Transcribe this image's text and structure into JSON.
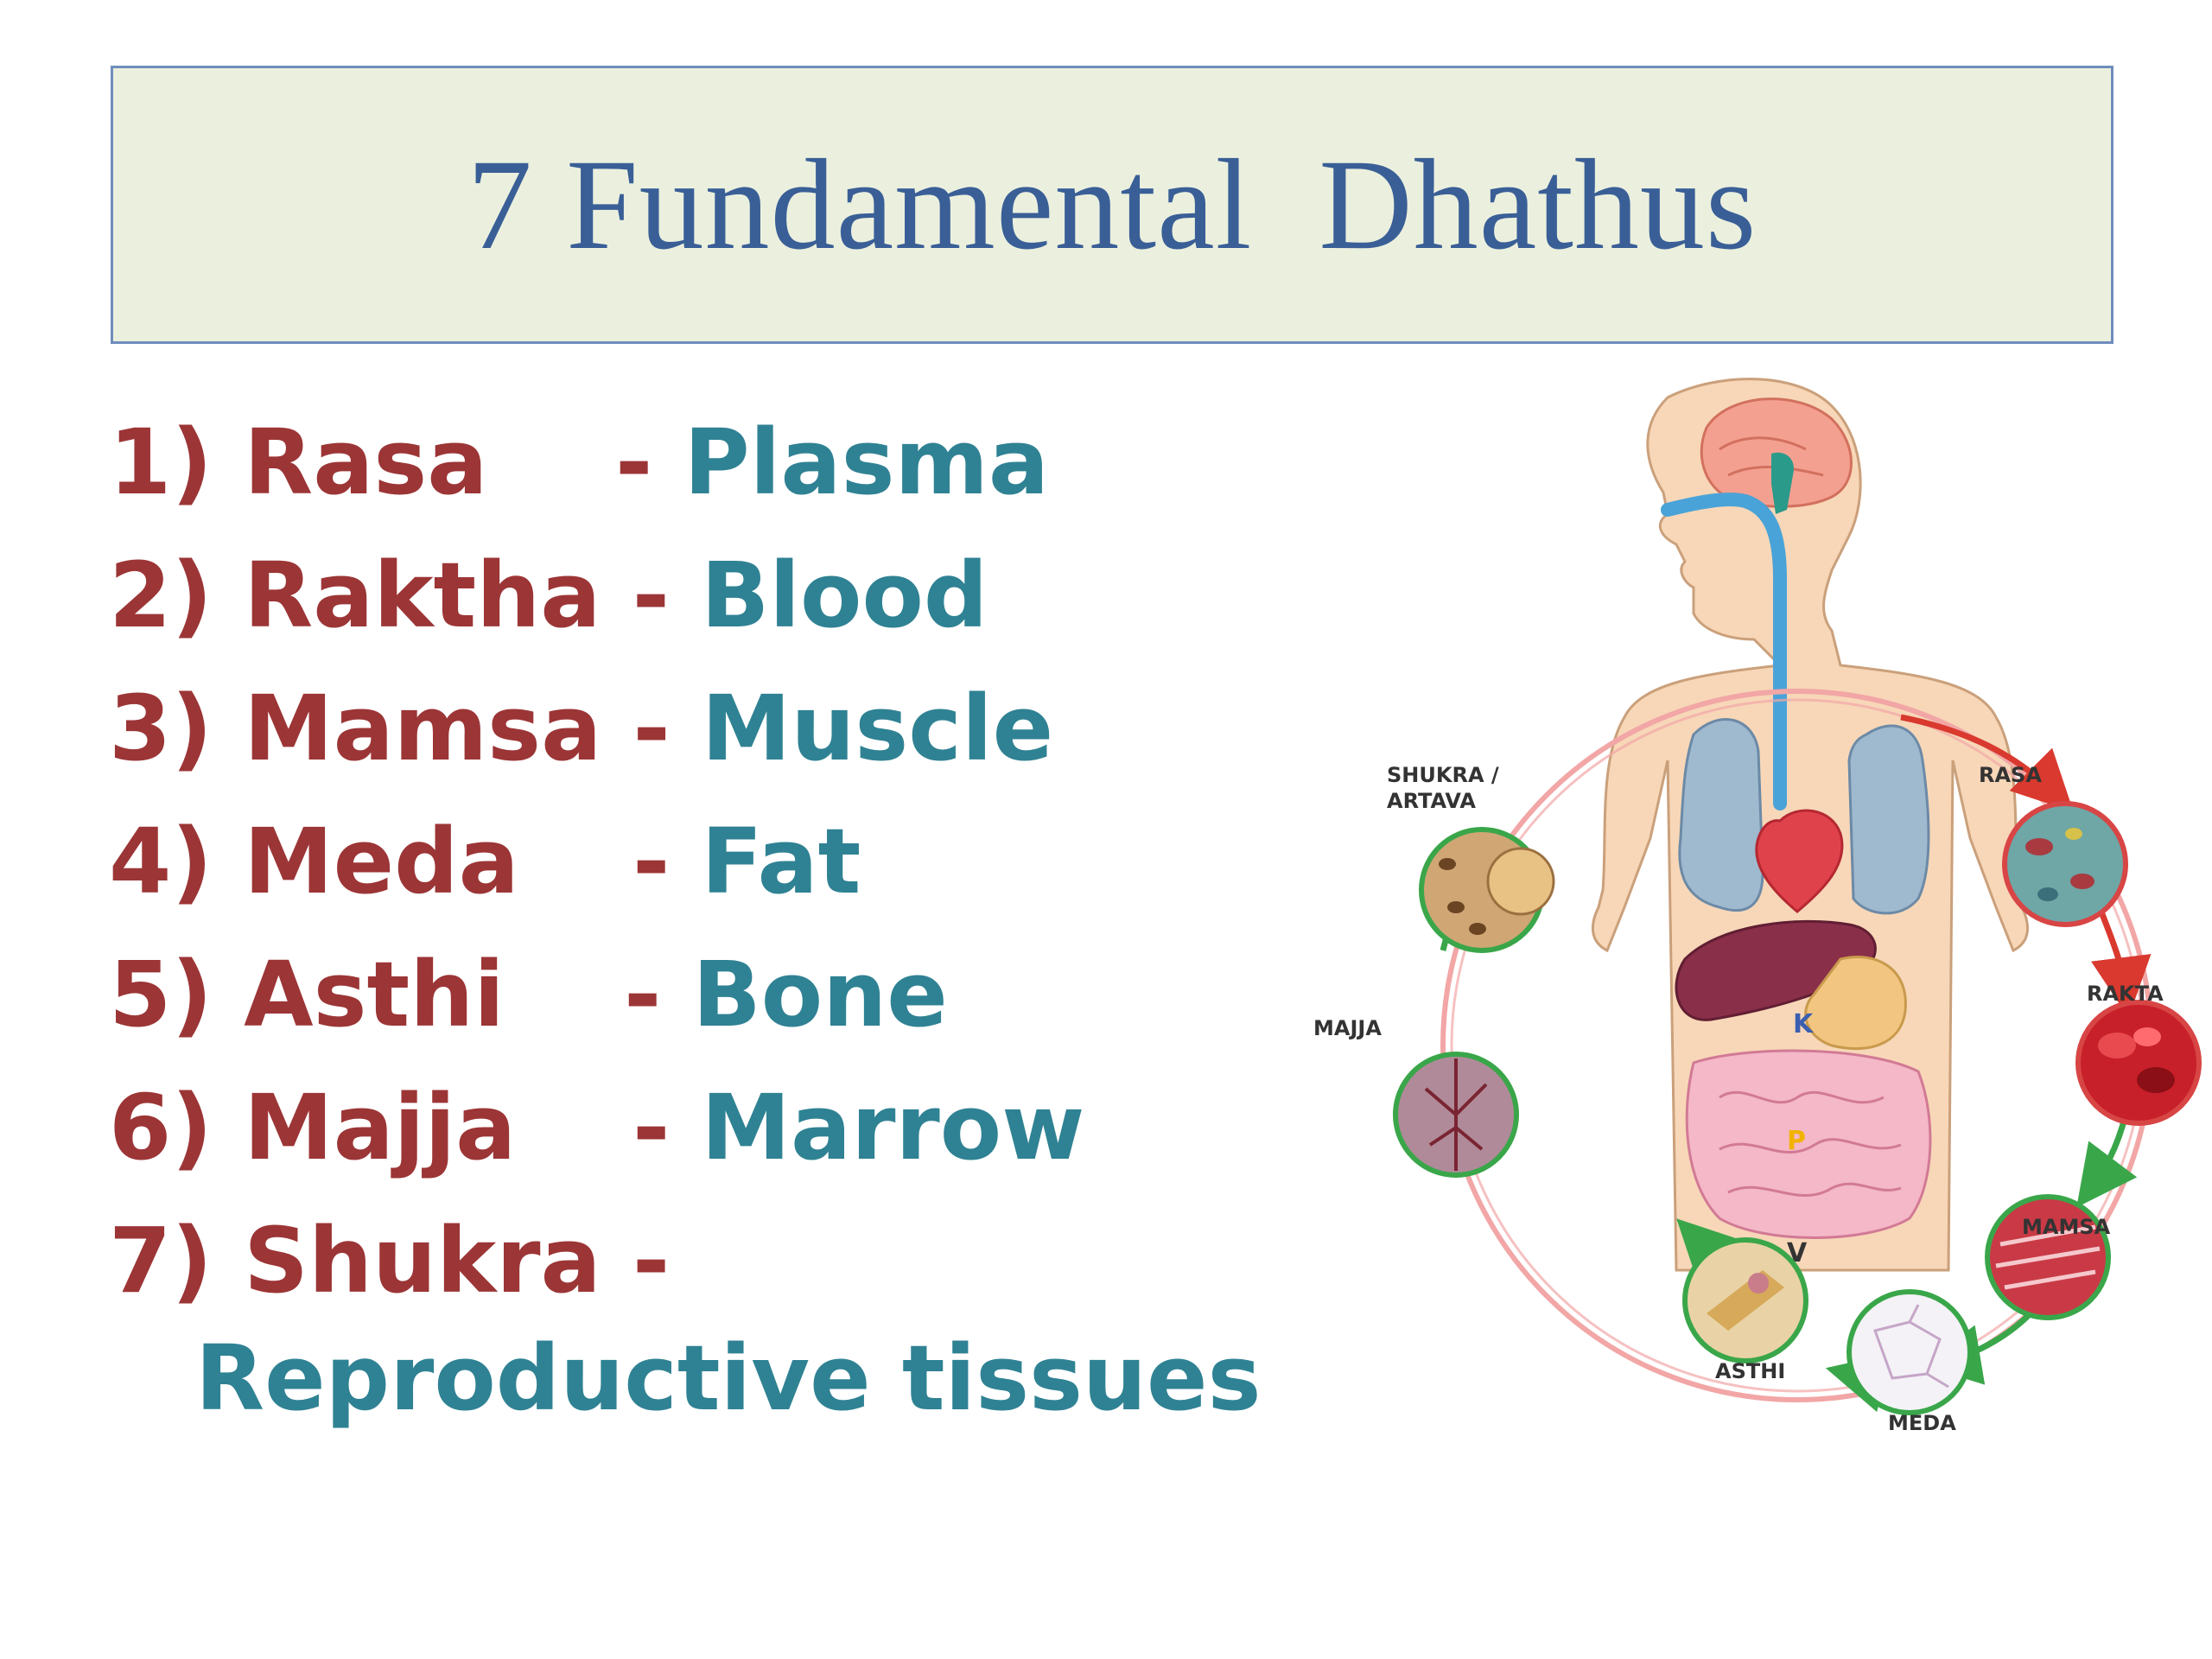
{
  "title": "7 Fundamental  Dhathus",
  "dhathus": [
    {
      "num": "1)",
      "name": "Rasa",
      "english": "Plasma"
    },
    {
      "num": "2)",
      "name": "Raktha",
      "english": "Blood"
    },
    {
      "num": "3)",
      "name": "Mamsa",
      "english": "Muscle"
    },
    {
      "num": "4)",
      "name": "Meda",
      "english": "Fat"
    },
    {
      "num": "5)",
      "name": "Asthi",
      "english": "Bone"
    },
    {
      "num": "6)",
      "name": "Majja",
      "english": "Marrow"
    },
    {
      "num": "7)",
      "name": "Shukra",
      "english": "Reproductive tissues"
    }
  ],
  "dash": "-",
  "diagram": {
    "labels": {
      "rasa": "RASA",
      "rakta": "RAKTA",
      "mamsa": "MAMSA",
      "meda": "MEDA",
      "asthi": "ASTHI",
      "majja": "MAJJA",
      "shukra_line1": "SHUKRA /",
      "shukra_line2": "ARTAVA"
    },
    "organ_letters": {
      "k": "K",
      "p": "P",
      "v": "V"
    }
  }
}
